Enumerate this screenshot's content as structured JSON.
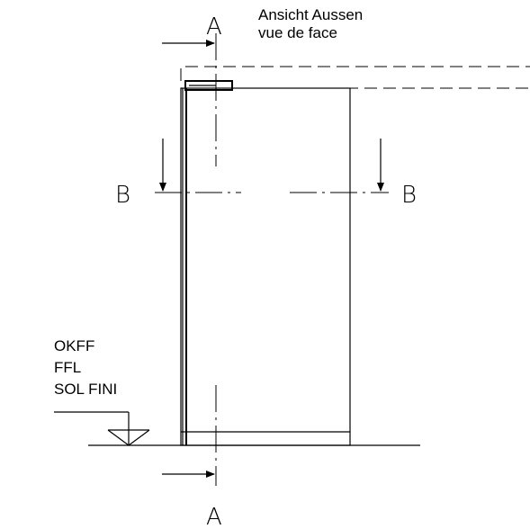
{
  "section_marks": {
    "a_top": "A",
    "a_bottom": "A",
    "b_left": "B",
    "b_right": "B"
  },
  "view_label": {
    "line1": "Ansicht Aussen",
    "line2": "vue de face"
  },
  "floor_label": {
    "line1": "OKFF",
    "line2": "FFL",
    "line3": "SOL FINI"
  }
}
